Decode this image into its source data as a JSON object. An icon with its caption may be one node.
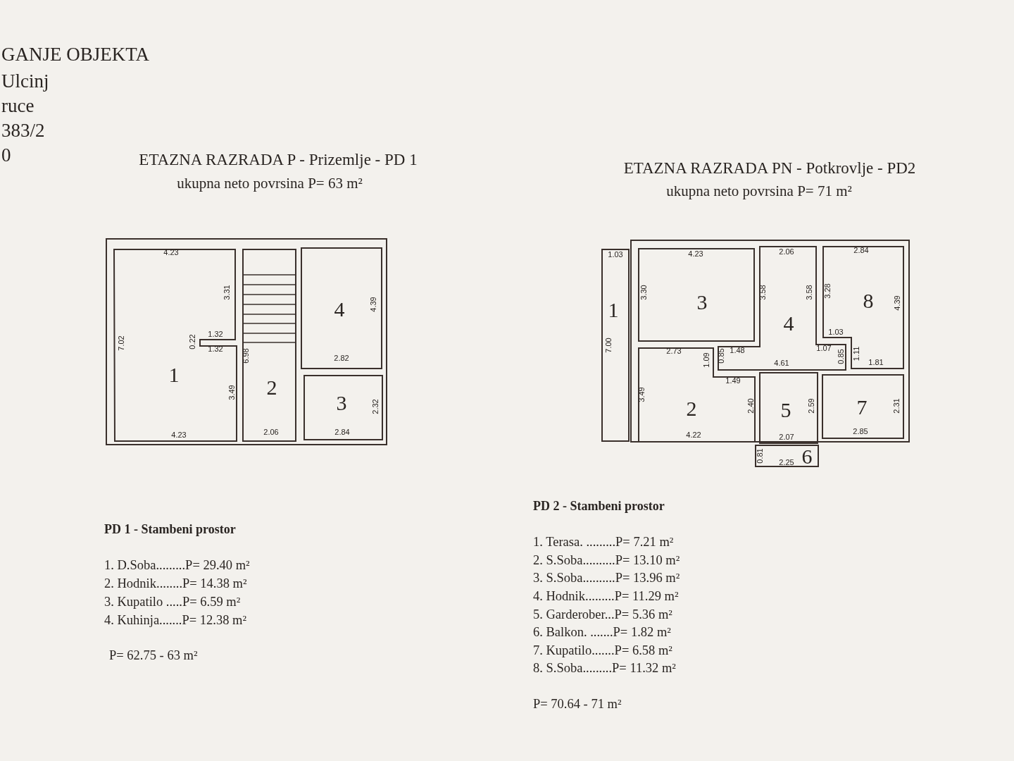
{
  "diagram": {
    "nodes": [
      {
        "text": [],
        "shape": "box"
      },
      {
        "text": [
          "1"
        ],
        "in": 0
      },
      {
        "text": [
          "2"
        ],
        "in": 0
      },
      {
        "text": [
          "4"
        ],
        "in": 0
      },
      {
        "text": [
          "3"
        ],
        "in": 0
      },
      {
        "text": [
          "1"
        ]
      },
      {
        "text": [],
        "shape": "box"
      },
      {
        "text": [
          "3"
        ],
        "in": 6
      },
      {
        "text": [
          "4"
        ],
        "in": 6
      },
      {
        "text": [
          "8"
        ],
        "in": 6
      },
      {
        "text": [
          "2"
        ],
        "in": 6
      },
      {
        "text": [
          "5"
        ],
        "in": 6
      },
      {
        "text": [
          "7"
        ],
        "in": 6
      },
      {
        "text": [
          "6"
        ]
      }
    ],
    "edges": [],
    "labels": [
      "GANJE OBJEKTA",
      "Ulcinj",
      "ruce",
      "383/2",
      "0",
      "ETAZNA RAZRADA P - Prizemlje - PD 1",
      "ukupna neto povrsina P= 63 m²",
      "ETAZNA RAZRADA PN - Potkrovlje - PD2",
      "ukupna neto povrsina P= 71 m²",
      "4.23",
      "3.31",
      "7.02",
      "0.22",
      "1.32",
      "1.32",
      "6.98",
      "3.49",
      "4.23",
      "2.06",
      "4.39",
      "2.82",
      "2.32",
      "2.84",
      "1.03",
      "7.00",
      "4.23",
      "3.30",
      "2.06",
      "3.58",
      "3.58",
      "2.84",
      "3.28",
      "4.39",
      "1.03",
      "2.73",
      "1.09",
      "0.85",
      "1.48",
      "1.07",
      "0.85",
      "1.11",
      "4.61",
      "1.81",
      "1.49",
      "3.49",
      "2.40",
      "2.59",
      "2.31",
      "4.22",
      "2.07",
      "2.85",
      "0.81",
      "2.25",
      "PD 1 -  Stambeni prostor",
      "1.  D.Soba.........P= 29.40 m²",
      "2.  Hodnik........P= 14.38 m²",
      "3.  Kupatilo .....P= 6.59 m²",
      "4.  Kuhinja.......P= 12.38 m²",
      "P= 62.75 -  63  m²",
      "PD 2 -  Stambeni prostor",
      "1.  Terasa. .........P= 7.21 m²",
      "2.  S.Soba..........P= 13.10 m²",
      "3.  S.Soba..........P= 13.96 m²",
      "4.  Hodnik.........P= 11.29 m²",
      "5.  Garderober...P= 5.36 m²",
      "6.  Balkon. .......P= 1.82 m²",
      "7.  Kupatilo.......P= 6.58 m²",
      "8.  S.Soba.........P= 11.32 m²",
      "P= 70.64 - 71  m²"
    ]
  }
}
